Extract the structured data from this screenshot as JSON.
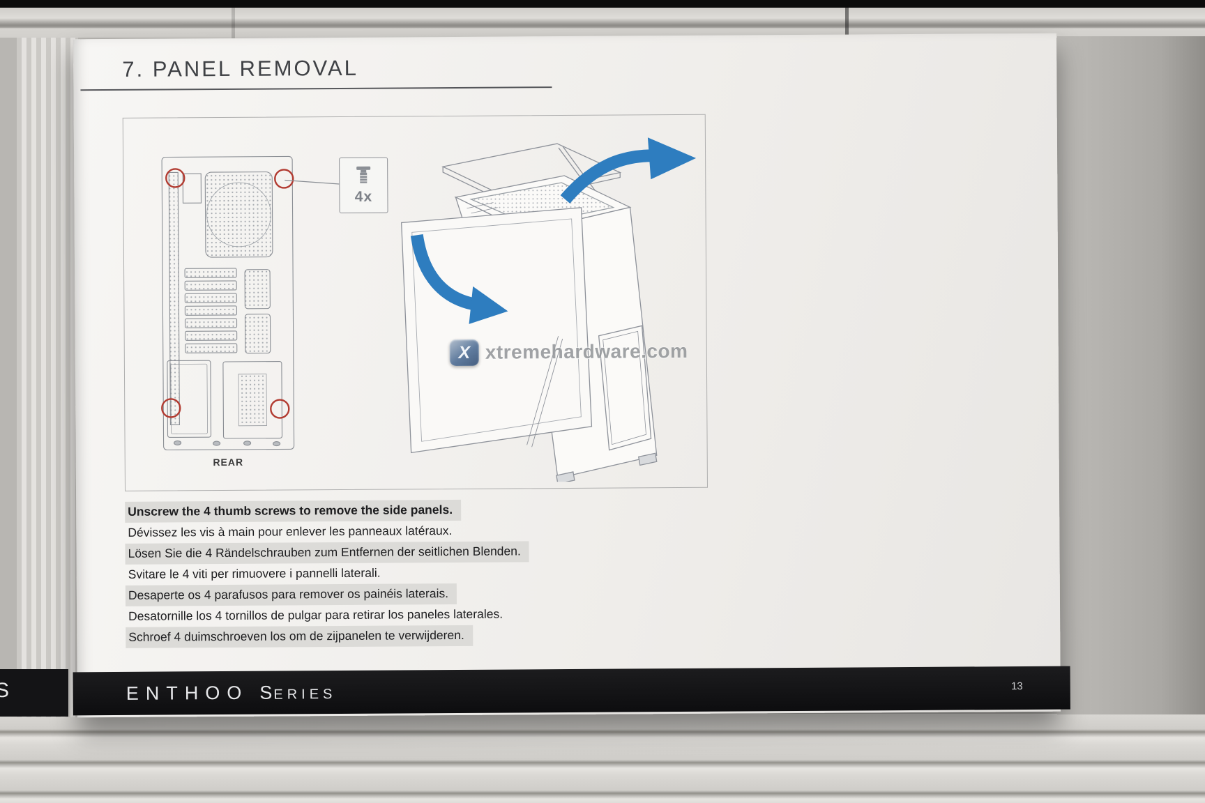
{
  "page": {
    "title": "7. PANEL REMOVAL",
    "footer": {
      "brand_enthoo": "ENTHOO",
      "brand_series_initial": "S",
      "brand_series_rest": "ERIES",
      "page_number": "13"
    }
  },
  "background": {
    "facing_footer_fragment": "S"
  },
  "figure": {
    "rear_label": "REAR",
    "screw_count_label": "4x",
    "watermark_badge": "X",
    "watermark_text": "xtremehardware.com"
  },
  "instructions": [
    {
      "lang": "en",
      "text": "Unscrew the 4 thumb screws to remove the side panels.",
      "highlight": true,
      "bold": true
    },
    {
      "lang": "fr",
      "text": "Dévissez les  vis à main pour enlever les panneaux latéraux.",
      "highlight": false,
      "bold": false
    },
    {
      "lang": "de",
      "text": "Lösen Sie die 4 Rändelschrauben zum Entfernen der seitlichen Blenden.",
      "highlight": true,
      "bold": false
    },
    {
      "lang": "it",
      "text": "Svitare le 4 viti per rimuovere i pannelli laterali.",
      "highlight": false,
      "bold": false
    },
    {
      "lang": "pt",
      "text": "Desaperte os 4 parafusos para remover os painéis laterais.",
      "highlight": true,
      "bold": false
    },
    {
      "lang": "es",
      "text": "Desatornille los 4 tornillos de pulgar para retirar los paneles laterales.",
      "highlight": false,
      "bold": false
    },
    {
      "lang": "nl",
      "text": "Schroef 4 duimschroeven los om de zijpanelen te verwijderen.",
      "highlight": true,
      "bold": false
    }
  ],
  "colors": {
    "arrow_blue": "#2e7dbf",
    "screw_circle_red": "#b23b31",
    "highlight_gray": "#dcdbd8",
    "footer_black": "#141416",
    "page_white": "#f6f5f3"
  }
}
